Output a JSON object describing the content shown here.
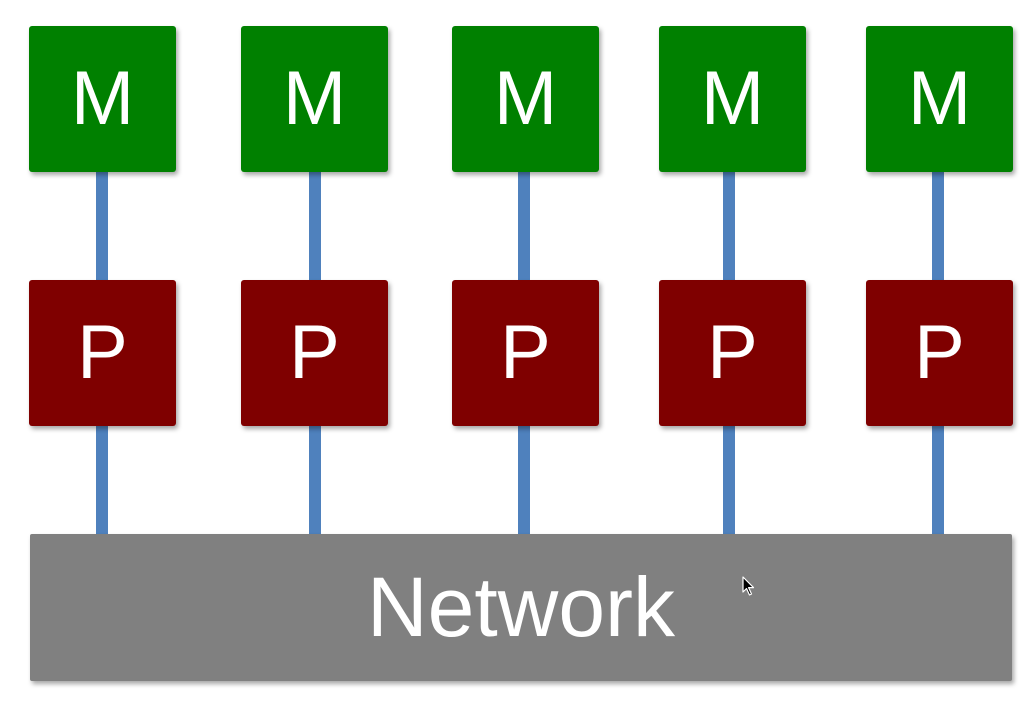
{
  "memory_label": "M",
  "processor_label": "P",
  "network_label": "Network",
  "columns": [
    {
      "memory": "M",
      "processor": "P"
    },
    {
      "memory": "M",
      "processor": "P"
    },
    {
      "memory": "M",
      "processor": "P"
    },
    {
      "memory": "M",
      "processor": "P"
    },
    {
      "memory": "M",
      "processor": "P"
    }
  ],
  "colors": {
    "memory": "#008000",
    "processor": "#7f0000",
    "network": "#808080",
    "link": "#4f81bd"
  }
}
